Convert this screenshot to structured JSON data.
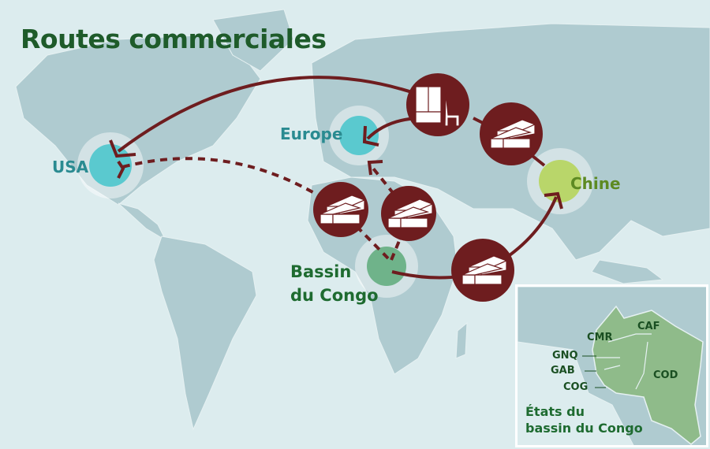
{
  "title": "Routes commerciales",
  "places": {
    "usa": "USA",
    "europe": "Europe",
    "china": "Chine",
    "congo_basin_line1": "Bassin",
    "congo_basin_line2": "du Congo"
  },
  "inset": {
    "title_line1": "États du",
    "title_line2": "bassin du Congo",
    "countries": [
      "CMR",
      "CAF",
      "GNQ",
      "GAB",
      "COG",
      "COD"
    ]
  },
  "colors": {
    "route": "#6e1d1f",
    "usa_europe": "#5ac9cf",
    "china": "#b9d66a",
    "congo": "#6fb38a",
    "title": "#1e5b2a"
  }
}
